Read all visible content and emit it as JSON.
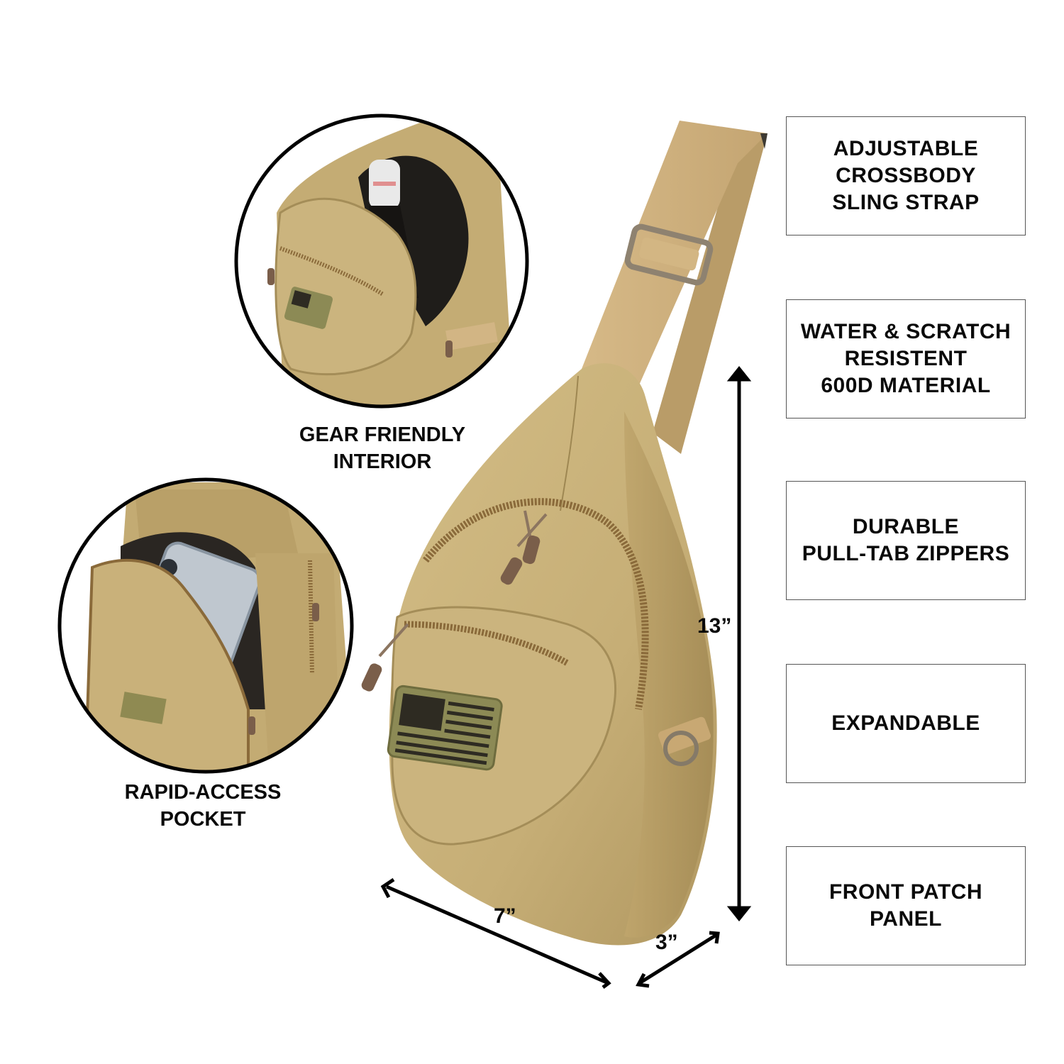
{
  "features": [
    {
      "lines": [
        "ADJUSTABLE",
        "CROSSBODY",
        "SLING STRAP"
      ]
    },
    {
      "lines": [
        "WATER & SCRATCH",
        "RESISTENT",
        "600D MATERIAL"
      ]
    },
    {
      "lines": [
        "DURABLE",
        "PULL-TAB ZIPPERS"
      ]
    },
    {
      "lines": [
        "EXPANDABLE"
      ]
    },
    {
      "lines": [
        "FRONT PATCH",
        "PANEL"
      ]
    }
  ],
  "detail_callouts": [
    {
      "caption_lines": [
        "GEAR FRIENDLY",
        "INTERIOR"
      ],
      "depicts": "open main compartment with water bottle"
    },
    {
      "caption_lines": [
        "RAPID-ACCESS",
        "POCKET"
      ],
      "depicts": "open front pocket holding a phone"
    }
  ],
  "dimensions": {
    "height": "13”",
    "width": "7”",
    "depth": "3”"
  },
  "colors": {
    "fabric": "#C8B07A",
    "fabric_shadow": "#A8915A",
    "strap": "#CDAE7C",
    "zipper_pull": "#7A5E4A",
    "patch": "#8C8A55",
    "outline": "#000000",
    "box_border": "#555555"
  }
}
